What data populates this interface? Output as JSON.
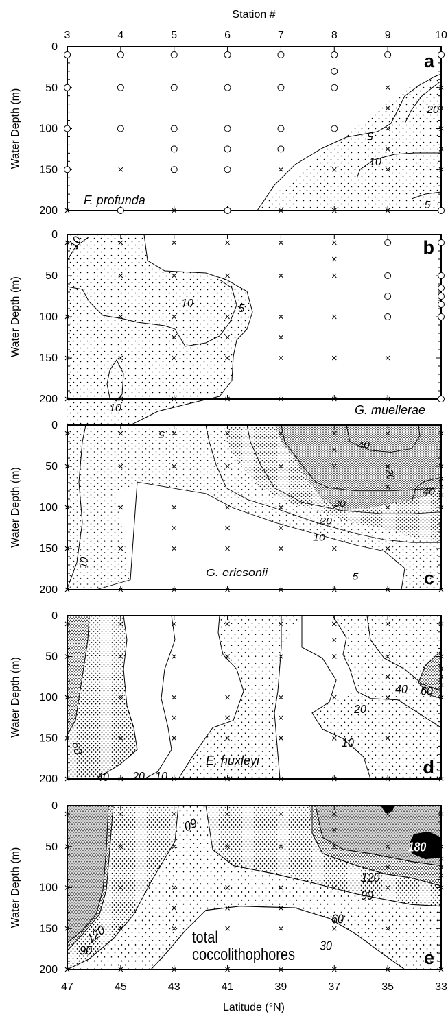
{
  "chart_data": [
    {
      "type": "contour",
      "panel": "a",
      "label": "F. profunda",
      "top_axis_title": "Station #",
      "top_ticks": [
        "3",
        "4",
        "5",
        "6",
        "7",
        "8",
        "9",
        "10"
      ],
      "ylabel": "Water Depth (m)",
      "y_ticks": [
        "0",
        "50",
        "100",
        "150",
        "200"
      ],
      "ylim": [
        0,
        200
      ],
      "xlim": [
        47,
        33
      ],
      "contour_labels": [
        "5",
        "20",
        "10",
        "5"
      ],
      "samples_open": [
        [
          47,
          10
        ],
        [
          45,
          10
        ],
        [
          43,
          10
        ],
        [
          41,
          10
        ],
        [
          39,
          10
        ],
        [
          37,
          10
        ],
        [
          35,
          10
        ],
        [
          33,
          10
        ],
        [
          37,
          30
        ],
        [
          47,
          50
        ],
        [
          45,
          50
        ],
        [
          43,
          50
        ],
        [
          41,
          50
        ],
        [
          39,
          50
        ],
        [
          37,
          50
        ],
        [
          47,
          100
        ],
        [
          45,
          100
        ],
        [
          43,
          100
        ],
        [
          41,
          100
        ],
        [
          39,
          100
        ],
        [
          37,
          100
        ],
        [
          43,
          125
        ],
        [
          41,
          125
        ],
        [
          39,
          125
        ],
        [
          47,
          150
        ],
        [
          43,
          150
        ],
        [
          41,
          150
        ],
        [
          45,
          200
        ],
        [
          41,
          200
        ],
        [
          33,
          200
        ]
      ],
      "samples_cross": [
        [
          35,
          50
        ],
        [
          33,
          50
        ],
        [
          35,
          75
        ],
        [
          33,
          75
        ],
        [
          35,
          100
        ],
        [
          33,
          100
        ],
        [
          35,
          125
        ],
        [
          33,
          125
        ],
        [
          45,
          150
        ],
        [
          39,
          150
        ],
        [
          37,
          150
        ],
        [
          35,
          150
        ],
        [
          33,
          150
        ],
        [
          47,
          200
        ],
        [
          43,
          200
        ],
        [
          39,
          200
        ],
        [
          37,
          200
        ],
        [
          35,
          200
        ]
      ]
    },
    {
      "type": "contour",
      "panel": "b",
      "label": "G. muellerae",
      "ylabel": "Water Depth (m)",
      "y_ticks": [
        "0",
        "50",
        "100",
        "150",
        "200"
      ],
      "contour_labels": [
        "10",
        "10",
        "5",
        "10"
      ],
      "samples_open": [
        [
          35,
          10
        ],
        [
          33,
          10
        ],
        [
          35,
          50
        ],
        [
          33,
          50
        ],
        [
          33,
          65
        ],
        [
          35,
          75
        ],
        [
          33,
          75
        ],
        [
          33,
          85
        ],
        [
          35,
          100
        ],
        [
          33,
          100
        ],
        [
          33,
          200
        ]
      ],
      "samples_cross": [
        [
          47,
          10
        ],
        [
          45,
          10
        ],
        [
          43,
          10
        ],
        [
          41,
          10
        ],
        [
          39,
          10
        ],
        [
          37,
          10
        ],
        [
          37,
          30
        ],
        [
          45,
          50
        ],
        [
          43,
          50
        ],
        [
          41,
          50
        ],
        [
          39,
          50
        ],
        [
          37,
          50
        ],
        [
          47,
          100
        ],
        [
          45,
          100
        ],
        [
          43,
          100
        ],
        [
          41,
          100
        ],
        [
          39,
          100
        ],
        [
          37,
          100
        ],
        [
          43,
          125
        ],
        [
          41,
          125
        ],
        [
          39,
          125
        ],
        [
          47,
          150
        ],
        [
          45,
          150
        ],
        [
          43,
          150
        ],
        [
          41,
          150
        ],
        [
          39,
          150
        ],
        [
          37,
          150
        ],
        [
          35,
          150
        ],
        [
          47,
          200
        ],
        [
          45,
          200
        ],
        [
          43,
          200
        ],
        [
          41,
          200
        ],
        [
          39,
          200
        ],
        [
          37,
          200
        ],
        [
          35,
          200
        ]
      ]
    },
    {
      "type": "contour",
      "panel": "c",
      "label": "G. ericsonii",
      "ylabel": "Water Depth (m)",
      "y_ticks": [
        "0",
        "50",
        "100",
        "150",
        "200"
      ],
      "contour_labels": [
        "5",
        "40",
        "20",
        "40",
        "30",
        "20",
        "10",
        "10",
        "5"
      ],
      "samples_open": [],
      "samples_cross": [
        [
          47,
          10
        ],
        [
          45,
          10
        ],
        [
          43,
          10
        ],
        [
          41,
          10
        ],
        [
          39,
          10
        ],
        [
          37,
          10
        ],
        [
          35,
          10
        ],
        [
          33,
          10
        ],
        [
          37,
          30
        ],
        [
          47,
          50
        ],
        [
          45,
          50
        ],
        [
          43,
          50
        ],
        [
          41,
          50
        ],
        [
          39,
          50
        ],
        [
          37,
          50
        ],
        [
          35,
          50
        ],
        [
          33,
          50
        ],
        [
          33,
          65
        ],
        [
          35,
          75
        ],
        [
          33,
          75
        ],
        [
          33,
          85
        ],
        [
          47,
          100
        ],
        [
          45,
          100
        ],
        [
          43,
          100
        ],
        [
          41,
          100
        ],
        [
          39,
          100
        ],
        [
          37,
          100
        ],
        [
          35,
          100
        ],
        [
          33,
          100
        ],
        [
          43,
          125
        ],
        [
          41,
          125
        ],
        [
          39,
          125
        ],
        [
          47,
          150
        ],
        [
          45,
          150
        ],
        [
          43,
          150
        ],
        [
          41,
          150
        ],
        [
          39,
          150
        ],
        [
          37,
          150
        ],
        [
          35,
          150
        ],
        [
          47,
          200
        ],
        [
          45,
          200
        ],
        [
          43,
          200
        ],
        [
          41,
          200
        ],
        [
          39,
          200
        ],
        [
          37,
          200
        ],
        [
          35,
          200
        ],
        [
          33,
          200
        ]
      ]
    },
    {
      "type": "contour",
      "panel": "d",
      "label": "E. huxleyi",
      "ylabel": "Water Depth (m)",
      "y_ticks": [
        "0",
        "50",
        "100",
        "150",
        "200"
      ],
      "contour_labels": [
        "60",
        "40",
        "20",
        "10",
        "40",
        "60",
        "20",
        "10"
      ],
      "samples_open": [],
      "samples_cross": [
        [
          47,
          10
        ],
        [
          45,
          10
        ],
        [
          43,
          10
        ],
        [
          41,
          10
        ],
        [
          39,
          10
        ],
        [
          37,
          10
        ],
        [
          35,
          10
        ],
        [
          33,
          10
        ],
        [
          37,
          30
        ],
        [
          47,
          50
        ],
        [
          45,
          50
        ],
        [
          43,
          50
        ],
        [
          41,
          50
        ],
        [
          39,
          50
        ],
        [
          37,
          50
        ],
        [
          35,
          50
        ],
        [
          33,
          50
        ],
        [
          33,
          65
        ],
        [
          35,
          75
        ],
        [
          33,
          75
        ],
        [
          33,
          85
        ],
        [
          47,
          100
        ],
        [
          45,
          100
        ],
        [
          43,
          100
        ],
        [
          41,
          100
        ],
        [
          39,
          100
        ],
        [
          37,
          100
        ],
        [
          35,
          100
        ],
        [
          33,
          100
        ],
        [
          43,
          125
        ],
        [
          41,
          125
        ],
        [
          39,
          125
        ],
        [
          47,
          150
        ],
        [
          45,
          150
        ],
        [
          43,
          150
        ],
        [
          41,
          150
        ],
        [
          39,
          150
        ],
        [
          37,
          150
        ],
        [
          35,
          150
        ],
        [
          47,
          200
        ],
        [
          45,
          200
        ],
        [
          43,
          200
        ],
        [
          41,
          200
        ],
        [
          39,
          200
        ],
        [
          37,
          200
        ],
        [
          35,
          200
        ],
        [
          33,
          200
        ]
      ]
    },
    {
      "type": "contour",
      "panel": "e",
      "label_line1": "total",
      "label_line2": "coccolithophores",
      "ylabel": "Water Depth (m)",
      "y_ticks": [
        "0",
        "50",
        "100",
        "150",
        "200"
      ],
      "xlabel": "Latitude (°N)",
      "x_ticks": [
        "47",
        "45",
        "43",
        "41",
        "39",
        "37",
        "35",
        "33"
      ],
      "contour_labels": [
        "60",
        "180",
        "120",
        "90",
        "60",
        "120",
        "90",
        "30"
      ],
      "samples_open": [],
      "samples_cross": [
        [
          47,
          10
        ],
        [
          45,
          10
        ],
        [
          43,
          10
        ],
        [
          41,
          10
        ],
        [
          39,
          10
        ],
        [
          37,
          10
        ],
        [
          35,
          10
        ],
        [
          33,
          10
        ],
        [
          37,
          30
        ],
        [
          47,
          50
        ],
        [
          45,
          50
        ],
        [
          43,
          50
        ],
        [
          41,
          50
        ],
        [
          39,
          50
        ],
        [
          37,
          50
        ],
        [
          35,
          50
        ],
        [
          33,
          50
        ],
        [
          33,
          65
        ],
        [
          35,
          75
        ],
        [
          33,
          75
        ],
        [
          33,
          85
        ],
        [
          47,
          100
        ],
        [
          45,
          100
        ],
        [
          43,
          100
        ],
        [
          41,
          100
        ],
        [
          39,
          100
        ],
        [
          37,
          100
        ],
        [
          35,
          100
        ],
        [
          33,
          100
        ],
        [
          43,
          125
        ],
        [
          41,
          125
        ],
        [
          39,
          125
        ],
        [
          47,
          150
        ],
        [
          45,
          150
        ],
        [
          43,
          150
        ],
        [
          41,
          150
        ],
        [
          39,
          150
        ],
        [
          37,
          150
        ],
        [
          35,
          150
        ],
        [
          47,
          200
        ],
        [
          45,
          200
        ],
        [
          43,
          200
        ],
        [
          41,
          200
        ],
        [
          39,
          200
        ],
        [
          37,
          200
        ],
        [
          35,
          200
        ],
        [
          33,
          200
        ]
      ]
    }
  ]
}
